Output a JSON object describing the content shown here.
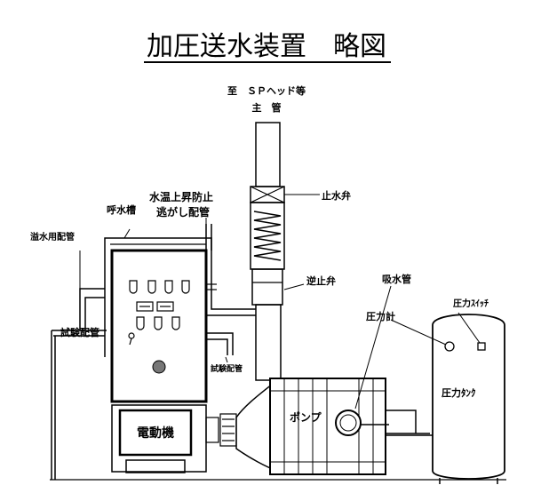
{
  "title": "加圧送水装置　略図",
  "labels": {
    "destination": "至　ＳＰヘッド等",
    "main_pipe": "主　管",
    "check_valve_top": "止水弁",
    "relief_pipe_line1": "水温上昇防止",
    "relief_pipe_line2": "逃がし配管",
    "priming_tank": "呼水槽",
    "overflow_pipe": "溢水用配管",
    "check_valve": "逆止弁",
    "suction_pipe": "吸水管",
    "pressure_switch": "圧力ｽｲｯﾁ",
    "pressure_gauge": "圧力計",
    "test_pipe_left": "試験配管",
    "test_pipe_right": "試験配管",
    "pump": "ポンプ",
    "pressure_tank": "圧力ﾀﾝｸ",
    "motor": "電動機"
  }
}
